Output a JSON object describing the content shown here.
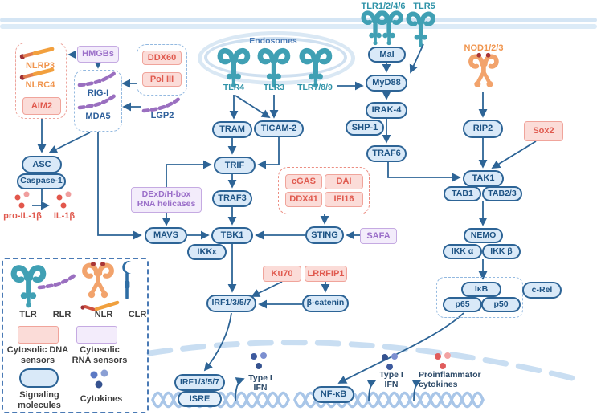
{
  "receptors": {
    "tlr1246": "TLR1/2/4/6",
    "tlr5": "TLR5",
    "endosomes": "Endosomes",
    "tlr4": "TLR4",
    "tlr3": "TLR3",
    "tlr789": "TLR7/8/9",
    "nod123": "NOD1/2/3"
  },
  "nodes": {
    "hmgbs": "HMGBs",
    "nlrp3": "NLRP3",
    "nlrc4": "NLRC4",
    "aim2": "AIM2",
    "ddx60": "DDX60",
    "pol3": "Pol III",
    "rigi": "RIG-I",
    "mda5": "MDA5",
    "lgp2": "LGP2",
    "asc": "ASC",
    "caspase1": "Caspase-1",
    "pro_il1b": "pro-IL-1β",
    "il1b": "IL-1β",
    "tram": "TRAM",
    "ticam2": "TICAM-2",
    "trif": "TRIF",
    "traf3": "TRAF3",
    "dexd": "DExD/H-box RNA helicases",
    "mavs": "MAVS",
    "tbk1": "TBK1",
    "ikke": "IKKε",
    "mal": "Mal",
    "myd88": "MyD88",
    "irak4": "IRAK-4",
    "shp1": "SHP-1",
    "traf6": "TRAF6",
    "rip2": "RIP2",
    "sox2": "Sox2",
    "tak1": "TAK1",
    "tab1": "TAB1",
    "tab23": "TAB2/3",
    "nemo": "NEMO",
    "ikka": "IKK α",
    "ikkb": "IKK β",
    "ikb": "IκB",
    "p65": "p65",
    "p50": "p50",
    "crel": "c-Rel",
    "cgas": "cGAS",
    "dai": "DAI",
    "ddx41": "DDX41",
    "ifi16": "IFI16",
    "sting": "STING",
    "safa": "SAFA",
    "ku70": "Ku70",
    "lrrfip1": "LRRFIP1",
    "irf1357": "IRF1/3/5/7",
    "bcatenin": "β-catenin",
    "irf1357_nuc": "IRF1/3/5/7",
    "isre": "ISRE",
    "nfkb": "NF-κB"
  },
  "outputs": {
    "type1_ifn_left": "Type I IFN",
    "type1_ifn_right": "Type I IFN",
    "proinflammatory": "Proinflammator cytokines"
  },
  "legend": {
    "tlr": "TLR",
    "rlr": "RLR",
    "nlr": "NLR",
    "clr": "CLR",
    "dna_sensors": "Cytosolic DNA sensors",
    "rna_sensors": "Cytosolic RNA sensors",
    "signaling": "Signaling molecules",
    "cytokines": "Cytokines"
  },
  "colors": {
    "arrow": "#2d6496",
    "signaling_fill": "#d9e9f8",
    "signaling_border": "#2d6496",
    "dna_sensor_fill": "#fbdcd8",
    "dna_sensor_text": "#e05a4f",
    "rna_sensor_fill": "#f3ecfb",
    "rna_sensor_text": "#9b6fc9",
    "tlr_teal": "#40a0b4",
    "nlr_orange": "#f2a36c",
    "rlr_purple": "#9a6fc0",
    "membrane": "#d4e5f4",
    "dna_helix": "#a9c6e8",
    "cytokine_blue": "#3d5a9e",
    "cytokine_red": "#e05c5c"
  }
}
